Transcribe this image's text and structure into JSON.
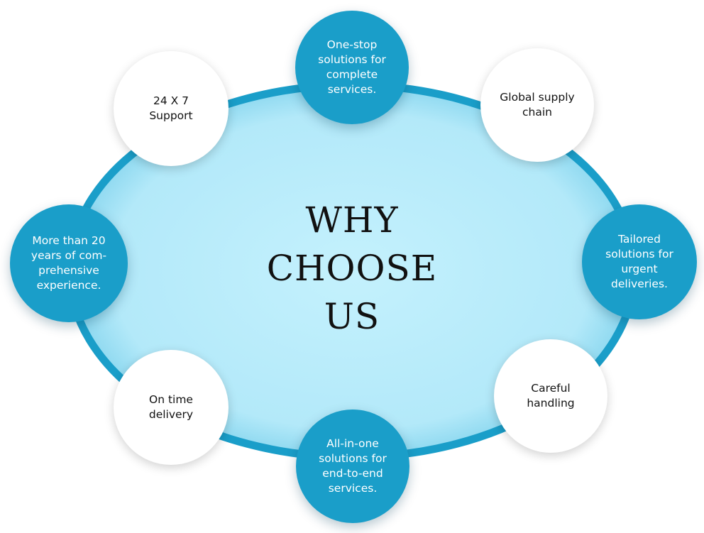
{
  "title_lines": [
    "WHY",
    "CHOOSE",
    "US"
  ],
  "colors": {
    "ring": "#1a9ec9",
    "fill": "#b9ecfb",
    "blue_node": "#1a9ec9",
    "white_node": "#ffffff",
    "title_text": "#111111"
  },
  "nodes": {
    "one_stop": {
      "label": "One-stop\nsolutions for\ncomplete\nservices.",
      "style": "blue"
    },
    "global_supply": {
      "label": "Global supply\nchain",
      "style": "white"
    },
    "tailored": {
      "label": "Tailored\nsolutions for\nurgent\ndeliveries.",
      "style": "blue"
    },
    "careful": {
      "label": "Careful\nhandling",
      "style": "white"
    },
    "all_in_one": {
      "label": "All-in-one\nsolutions for\nend-to-end\nservices.",
      "style": "blue"
    },
    "on_time": {
      "label": "On time\ndelivery",
      "style": "white"
    },
    "experience": {
      "label": "More than 20\nyears of com-\nprehensive\nexperience.",
      "style": "blue"
    },
    "support": {
      "label": "24 X 7\nSupport",
      "style": "white"
    }
  }
}
